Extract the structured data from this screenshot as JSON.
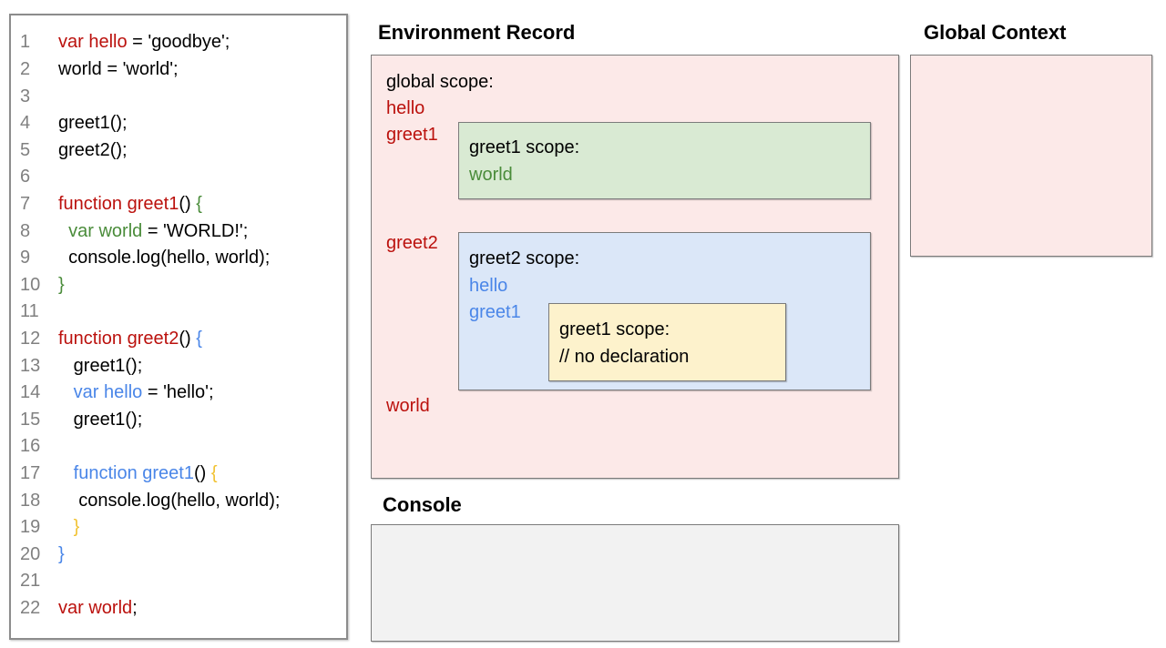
{
  "palette": {
    "red": "#bb110d",
    "green": "#4a8c3a",
    "blue": "#4a86e8",
    "gold": "#f1c232",
    "black": "#000000",
    "line_number_gray": "#808080",
    "pink_bg": "#fce9e8",
    "green_bg": "#d9ead3",
    "blue_bg": "#dbe7f8",
    "yellow_bg": "#fdf2cc",
    "console_bg": "#f2f2f2",
    "border_gray": "#7b7b7b"
  },
  "code_panel": {
    "lines": [
      {
        "n": "1",
        "s": [
          {
            "t": "var hello",
            "c": "red"
          },
          {
            "t": " = 'goodbye';"
          }
        ]
      },
      {
        "n": "2",
        "s": [
          {
            "t": "world = 'world';"
          }
        ]
      },
      {
        "n": "3",
        "s": []
      },
      {
        "n": "4",
        "s": [
          {
            "t": "greet1();"
          }
        ]
      },
      {
        "n": "5",
        "s": [
          {
            "t": "greet2();"
          }
        ]
      },
      {
        "n": "6",
        "s": []
      },
      {
        "n": "7",
        "s": [
          {
            "t": "function greet1",
            "c": "red"
          },
          {
            "t": "() "
          },
          {
            "t": "{",
            "c": "green"
          }
        ]
      },
      {
        "n": "8",
        "s": [
          {
            "t": "  "
          },
          {
            "t": "var world",
            "c": "green"
          },
          {
            "t": " = 'WORLD!';"
          }
        ]
      },
      {
        "n": "9",
        "s": [
          {
            "t": "  console.log(hello, world);"
          }
        ]
      },
      {
        "n": "10",
        "s": [
          {
            "t": "}",
            "c": "green"
          }
        ]
      },
      {
        "n": "11",
        "s": []
      },
      {
        "n": "12",
        "s": [
          {
            "t": "function greet2",
            "c": "red"
          },
          {
            "t": "() "
          },
          {
            "t": "{",
            "c": "blue"
          }
        ]
      },
      {
        "n": "13",
        "s": [
          {
            "t": "   greet1();"
          }
        ]
      },
      {
        "n": "14",
        "s": [
          {
            "t": "   "
          },
          {
            "t": "var hello",
            "c": "blue"
          },
          {
            "t": " = 'hello';"
          }
        ]
      },
      {
        "n": "15",
        "s": [
          {
            "t": "   greet1();"
          }
        ]
      },
      {
        "n": "16",
        "s": []
      },
      {
        "n": "17",
        "s": [
          {
            "t": "   "
          },
          {
            "t": "function greet1",
            "c": "blue"
          },
          {
            "t": "() "
          },
          {
            "t": "{",
            "c": "gold"
          }
        ]
      },
      {
        "n": "18",
        "s": [
          {
            "t": "    console.log(hello, world);"
          }
        ]
      },
      {
        "n": "19",
        "s": [
          {
            "t": "   "
          },
          {
            "t": "}",
            "c": "gold"
          }
        ]
      },
      {
        "n": "20",
        "s": [
          {
            "t": "}",
            "c": "blue"
          }
        ]
      },
      {
        "n": "21",
        "s": []
      },
      {
        "n": "22",
        "s": [
          {
            "t": "var world",
            "c": "red"
          },
          {
            "t": ";"
          }
        ]
      }
    ]
  },
  "environment_record": {
    "title": "Environment Record",
    "labels": {
      "scope_title": "global scope:",
      "hello": "hello",
      "greet1": "greet1",
      "greet2": "greet2",
      "world": "world"
    },
    "greet1_box": {
      "scope_title": "greet1 scope:",
      "world": "world"
    },
    "greet2_box": {
      "scope_title": "greet2 scope:",
      "hello": "hello",
      "greet1": "greet1",
      "inner_greet1_box": {
        "scope_title": "greet1 scope:",
        "comment": "// no declaration"
      }
    }
  },
  "global_context": {
    "title": "Global Context"
  },
  "console_panel": {
    "title": "Console"
  }
}
